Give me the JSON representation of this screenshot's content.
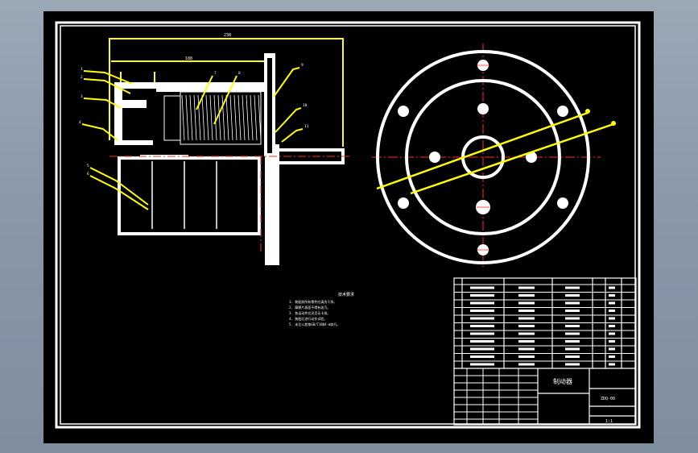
{
  "drawing": {
    "title_block": {
      "part_name": "制动器",
      "drawing_number": "ZDQ-00",
      "scale": "1:1"
    },
    "tech_requirements": {
      "heading": "技术要求",
      "lines": [
        "1. 装配前所有零件应清洗干净。",
        "2. 摩擦片表面不得有油污。",
        "3. 各运动件应灵活无卡滞。",
        "4. 装配后进行动作试验。",
        "5. 未注公差按GB/T1804-m执行。"
      ]
    },
    "colors": {
      "paper": "#000000",
      "lines": "#ffffff",
      "leaders": "#ffff00",
      "center_lines": "#ff2a2a"
    }
  }
}
